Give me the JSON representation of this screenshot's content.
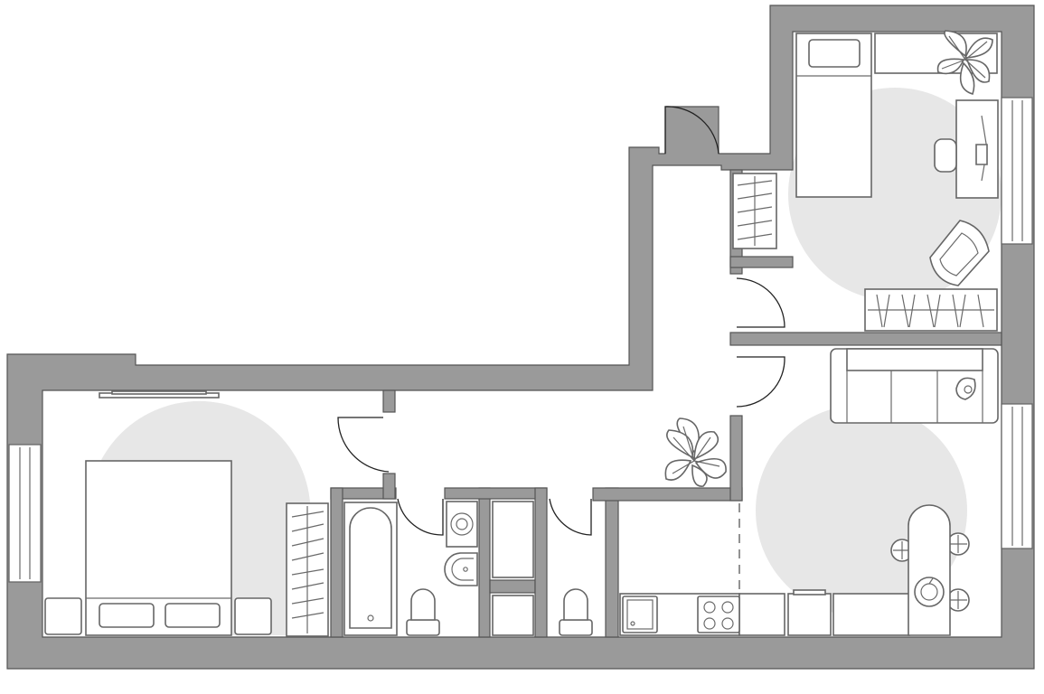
{
  "plan": {
    "palette": {
      "wall": "#9a9a9a",
      "wall_outline": "#555555",
      "furniture_stroke": "#666666",
      "rug": "#e7e7e7",
      "door_swing": "#222222",
      "background": "#ffffff"
    },
    "rooms": [
      "bedroom",
      "bathroom",
      "wc",
      "hallway",
      "study",
      "kitchen-living"
    ],
    "icons": [
      "bed-icon",
      "sofa-icon",
      "bathtub-icon",
      "toilet-icon",
      "sink-icon",
      "washing-machine-icon",
      "stove-icon",
      "dining-table-icon",
      "armchair-icon",
      "desk-icon",
      "plant-icon",
      "wardrobe-icon",
      "shelf-icon"
    ]
  }
}
